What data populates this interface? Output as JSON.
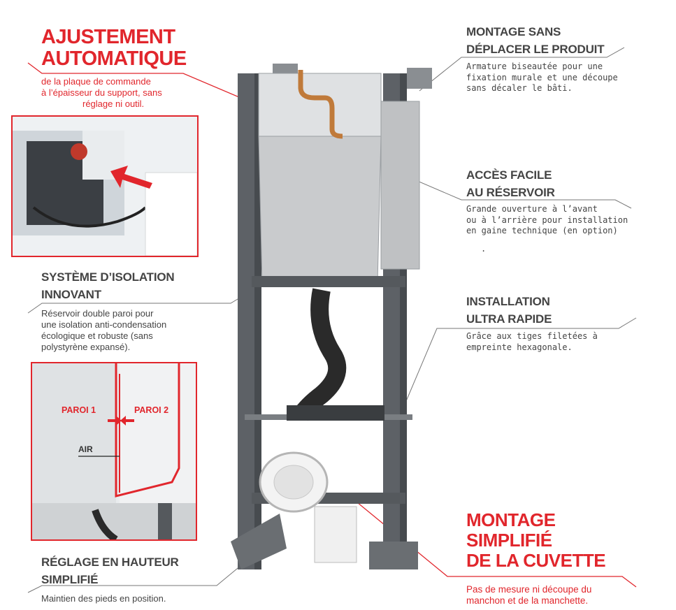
{
  "callouts": {
    "ajustement": {
      "title_line1": "AJUSTEMENT",
      "title_line2": "AUTOMATIQUE",
      "desc_line1": "de la plaque de commande",
      "desc_line2": "à l’épaisseur du support, sans",
      "desc_line3": "réglage ni outil."
    },
    "isolation": {
      "title_line1": "SYSTÈME D’ISOLATION",
      "title_line2": "INNOVANT",
      "desc_line1": "Réservoir double paroi pour",
      "desc_line2": "une isolation anti-condensation",
      "desc_line3": "écologique et robuste (sans",
      "desc_line4": "polystyrène expansé)."
    },
    "reglage": {
      "title_line1": "RÉGLAGE EN HAUTEUR",
      "title_line2": "SIMPLIFIÉ",
      "desc_line1": "Maintien des pieds en position."
    },
    "montage_sans": {
      "title_line1": "MONTAGE SANS",
      "title_line2": "DÉPLACER LE PRODUIT",
      "desc_line1": "Armature biseautée pour une",
      "desc_line2": "fixation murale et une découpe",
      "desc_line3": "sans décaler le bâti."
    },
    "acces": {
      "title_line1": "ACCÈS FACILE",
      "title_line2": "AU RÉSERVOIR",
      "desc_line1": "Grande ouverture à l’avant",
      "desc_line2": "ou à l’arrière pour installation",
      "desc_line3": "en gaine technique (en option)",
      "desc_line4": "."
    },
    "installation": {
      "title_line1": "INSTALLATION",
      "title_line2": "ULTRA RAPIDE",
      "desc_line1": "Grâce aux tiges filetées à",
      "desc_line2": "empreinte hexagonale."
    },
    "cuvette": {
      "title_line1": "MONTAGE",
      "title_line2": "SIMPLIFIÉ",
      "title_line3": "DE LA CUVETTE",
      "desc_line1": "Pas de mesure ni découpe du",
      "desc_line2": "manchon et de la manchette."
    }
  },
  "inset_isolation": {
    "label_paroi1": "PAROI 1",
    "label_paroi2": "PAROI 2",
    "label_air": "AIR"
  },
  "colors": {
    "accent_red": "#e1262c",
    "frame_grey": "#55595d",
    "tank_grey": "#c9cbcd"
  }
}
